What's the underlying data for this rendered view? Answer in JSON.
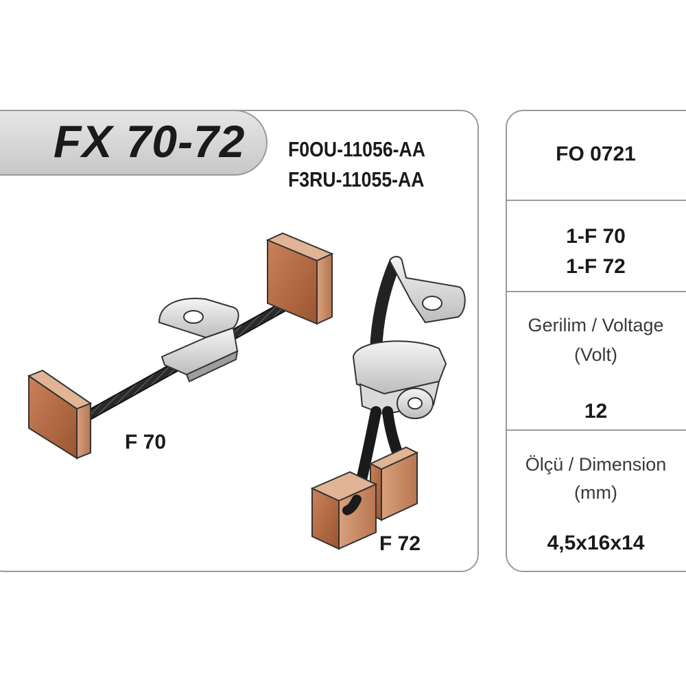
{
  "header": {
    "model_title": "FX 70-72",
    "part_numbers": [
      "F0OU-11056-AA",
      "F3RU-11055-AA"
    ]
  },
  "figures": {
    "left_label": "F 70",
    "right_label": "F 72"
  },
  "specs": {
    "code": "FO 0721",
    "models": [
      "1-F 70",
      "1-F 72"
    ],
    "voltage_label": "Gerilim / Voltage",
    "voltage_unit": "(Volt)",
    "voltage_value": "12",
    "dimension_label": "Ölçü / Dimension",
    "dimension_unit": "(mm)",
    "dimension_value": "4,5x16x14"
  },
  "colors": {
    "brush": "#b5693e",
    "border": "#9a9a9a",
    "text": "#1a1a1a"
  }
}
